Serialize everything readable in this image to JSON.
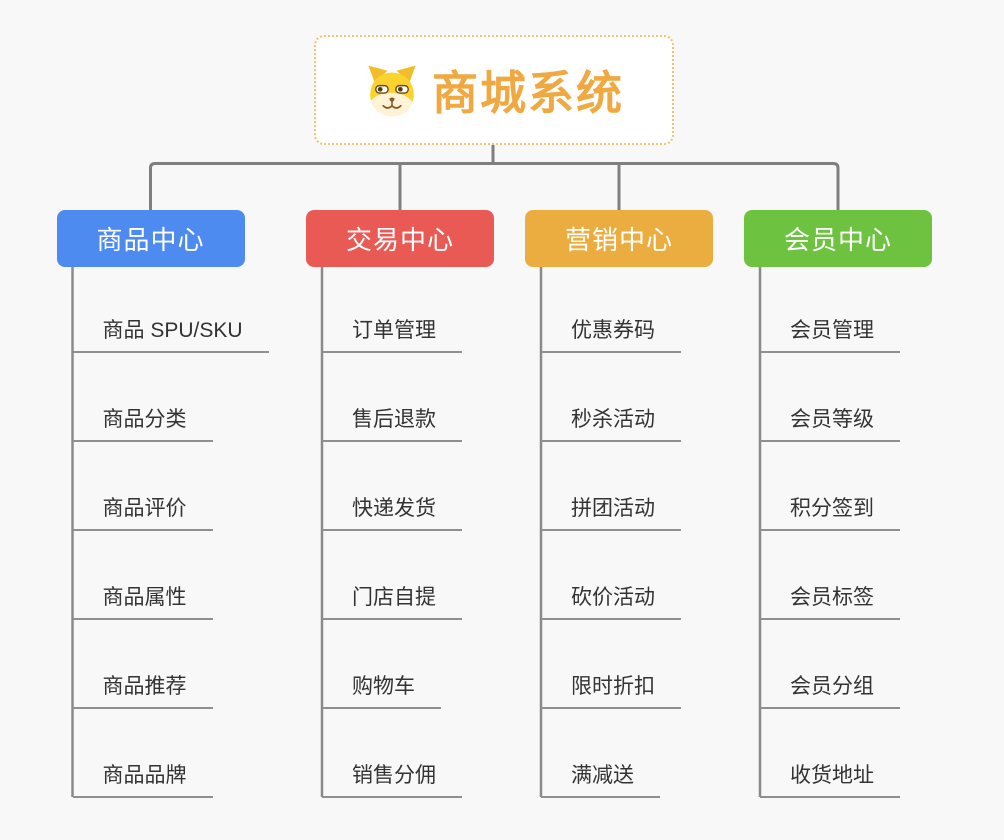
{
  "root": {
    "title": "商城系统",
    "icon": "doge-icon",
    "text_color": "#F0A840",
    "border_color": "#F5C06B",
    "background": "#ffffff"
  },
  "canvas_background": "#f8f8f8",
  "connector_color": "#7F7F7F",
  "branch_line_color": "#8A8A8A",
  "leaf_text_color": "#333333",
  "branches": [
    {
      "label": "商品中心",
      "color": "#4D8BF0",
      "items": [
        "商品 SPU/SKU",
        "商品分类",
        "商品评价",
        "商品属性",
        "商品推荐",
        "商品品牌"
      ]
    },
    {
      "label": "交易中心",
      "color": "#E95A55",
      "items": [
        "订单管理",
        "售后退款",
        "快递发货",
        "门店自提",
        "购物车",
        "销售分佣"
      ]
    },
    {
      "label": "营销中心",
      "color": "#ECAD40",
      "items": [
        "优惠券码",
        "秒杀活动",
        "拼团活动",
        "砍价活动",
        "限时折扣",
        "满减送"
      ]
    },
    {
      "label": "会员中心",
      "color": "#6DC240",
      "items": [
        "会员管理",
        "会员等级",
        "积分签到",
        "会员标签",
        "会员分组",
        "收货地址"
      ]
    }
  ]
}
